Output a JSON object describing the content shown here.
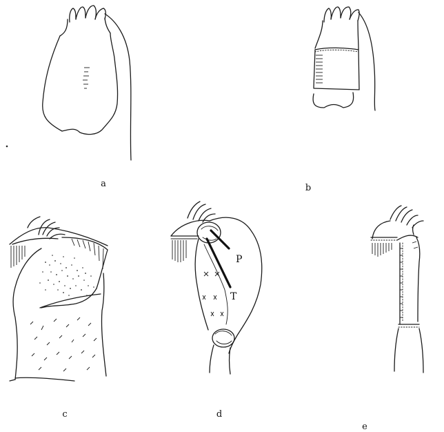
{
  "panels": {
    "a": {
      "label": "a"
    },
    "b": {
      "label": "b"
    },
    "c": {
      "label": "c"
    },
    "d": {
      "label": "d",
      "markers": {
        "p": "P",
        "t": "T"
      }
    },
    "e": {
      "label": "e"
    }
  },
  "colors": {
    "ink": "#1a1a1a",
    "background": "#ffffff"
  }
}
